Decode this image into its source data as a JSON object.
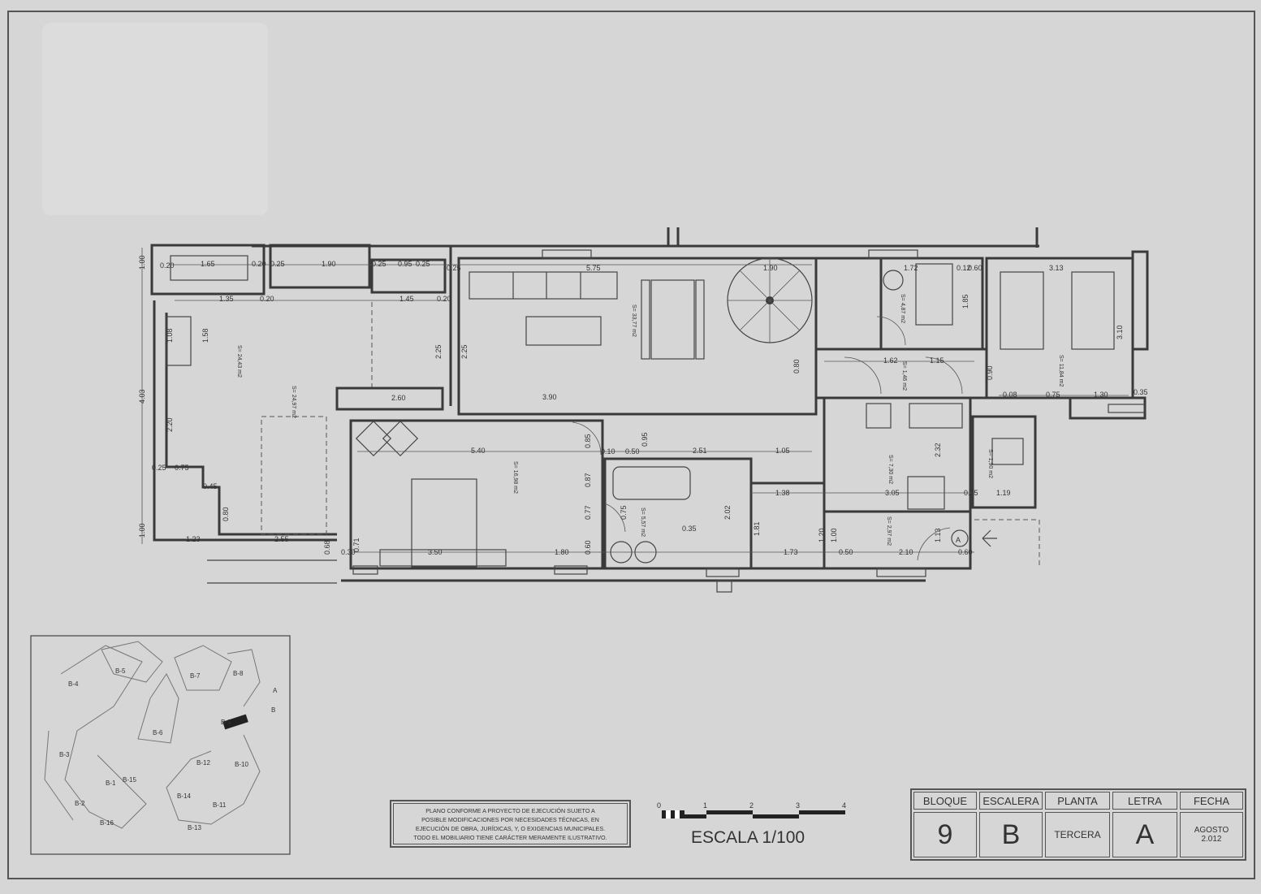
{
  "plan": {
    "areas": {
      "terrace_a": "S= 24,43 m2",
      "terrace_b": "S= 24,97 m2",
      "living": "S= 33,77 m2",
      "bedroom_main": "S= 16,98 m2",
      "bath_main": "S= 5,57 m2",
      "bath_2": "S= 4,87 m2",
      "hall_2": "S= 1,46 m2",
      "bedroom_2": "S= 11,84 m2",
      "kitchen": "S= 7,30 m2",
      "laundry": "S= 1,90 m2",
      "entrance": "S= 2,97 m2"
    },
    "dimensions": [
      "1.00",
      "0.20",
      "1.65",
      "0.20",
      "0.25",
      "1.90",
      "0.25",
      "0.95",
      "0.25",
      "0.25",
      "5.75",
      "1.90",
      "1.72",
      "0.12",
      "0.60",
      "3.13",
      "1.35",
      "0.20",
      "1.45",
      "0.20",
      "4.03",
      "1.08",
      "1.58",
      "2.25",
      "2.25",
      "2.60",
      "3.90",
      "2.20",
      "0.25",
      "0.75",
      "0.45",
      "1.00",
      "1.23",
      "2.55",
      "0.80",
      "5.40",
      "0.85",
      "0.10",
      "0.50",
      "0.95",
      "2.51",
      "1.05",
      "0.87",
      "0.77",
      "0.75",
      "2.02",
      "0.35",
      "1.80",
      "0.60",
      "3.50",
      "1.38",
      "1.81",
      "1.73",
      "1.20",
      "1.00",
      "0.50",
      "2.10",
      "1.13",
      "0.60",
      "2.32",
      "3.05",
      "1.19",
      "0.25",
      "1.62",
      "1.15",
      "0.80",
      "1.85",
      "3.10",
      "0.75",
      "1.30",
      "0.35",
      "0.08",
      "0.90",
      "0.68",
      "0.30",
      "0.71"
    ],
    "entrance_letter": "A"
  },
  "keymap": {
    "blocks": [
      "B-1",
      "B-2",
      "B-3",
      "B-4",
      "B-5",
      "B-6",
      "B-7",
      "B-8",
      "B-9",
      "B-10",
      "B-11",
      "B-12",
      "B-13",
      "B-14",
      "B-15",
      "B-16"
    ],
    "stair_a": "A",
    "stair_b": "B"
  },
  "notes": {
    "lines": [
      "PLANO CONFORME A PROYECTO DE EJECUCIÓN SUJETO A",
      "POSIBLE MODIFICACIONES POR NECESIDADES TÉCNICAS, EN",
      "EJECUCIÓN DE OBRA, JURÍDICAS, Y, O EXIGENCIAS MUNICIPALES.",
      "TODO EL MOBILIARIO TIENE CARÁCTER MERAMENTE ILUSTRATIVO."
    ]
  },
  "scale": {
    "ticks": [
      "0",
      "1",
      "2",
      "3",
      "4"
    ],
    "label": "ESCALA 1/100"
  },
  "title_block": {
    "headers": [
      "BLOQUE",
      "ESCALERA",
      "PLANTA",
      "LETRA",
      "FECHA"
    ],
    "values": [
      "9",
      "B",
      "TERCERA",
      "A",
      "AGOSTO\n2.012"
    ]
  }
}
